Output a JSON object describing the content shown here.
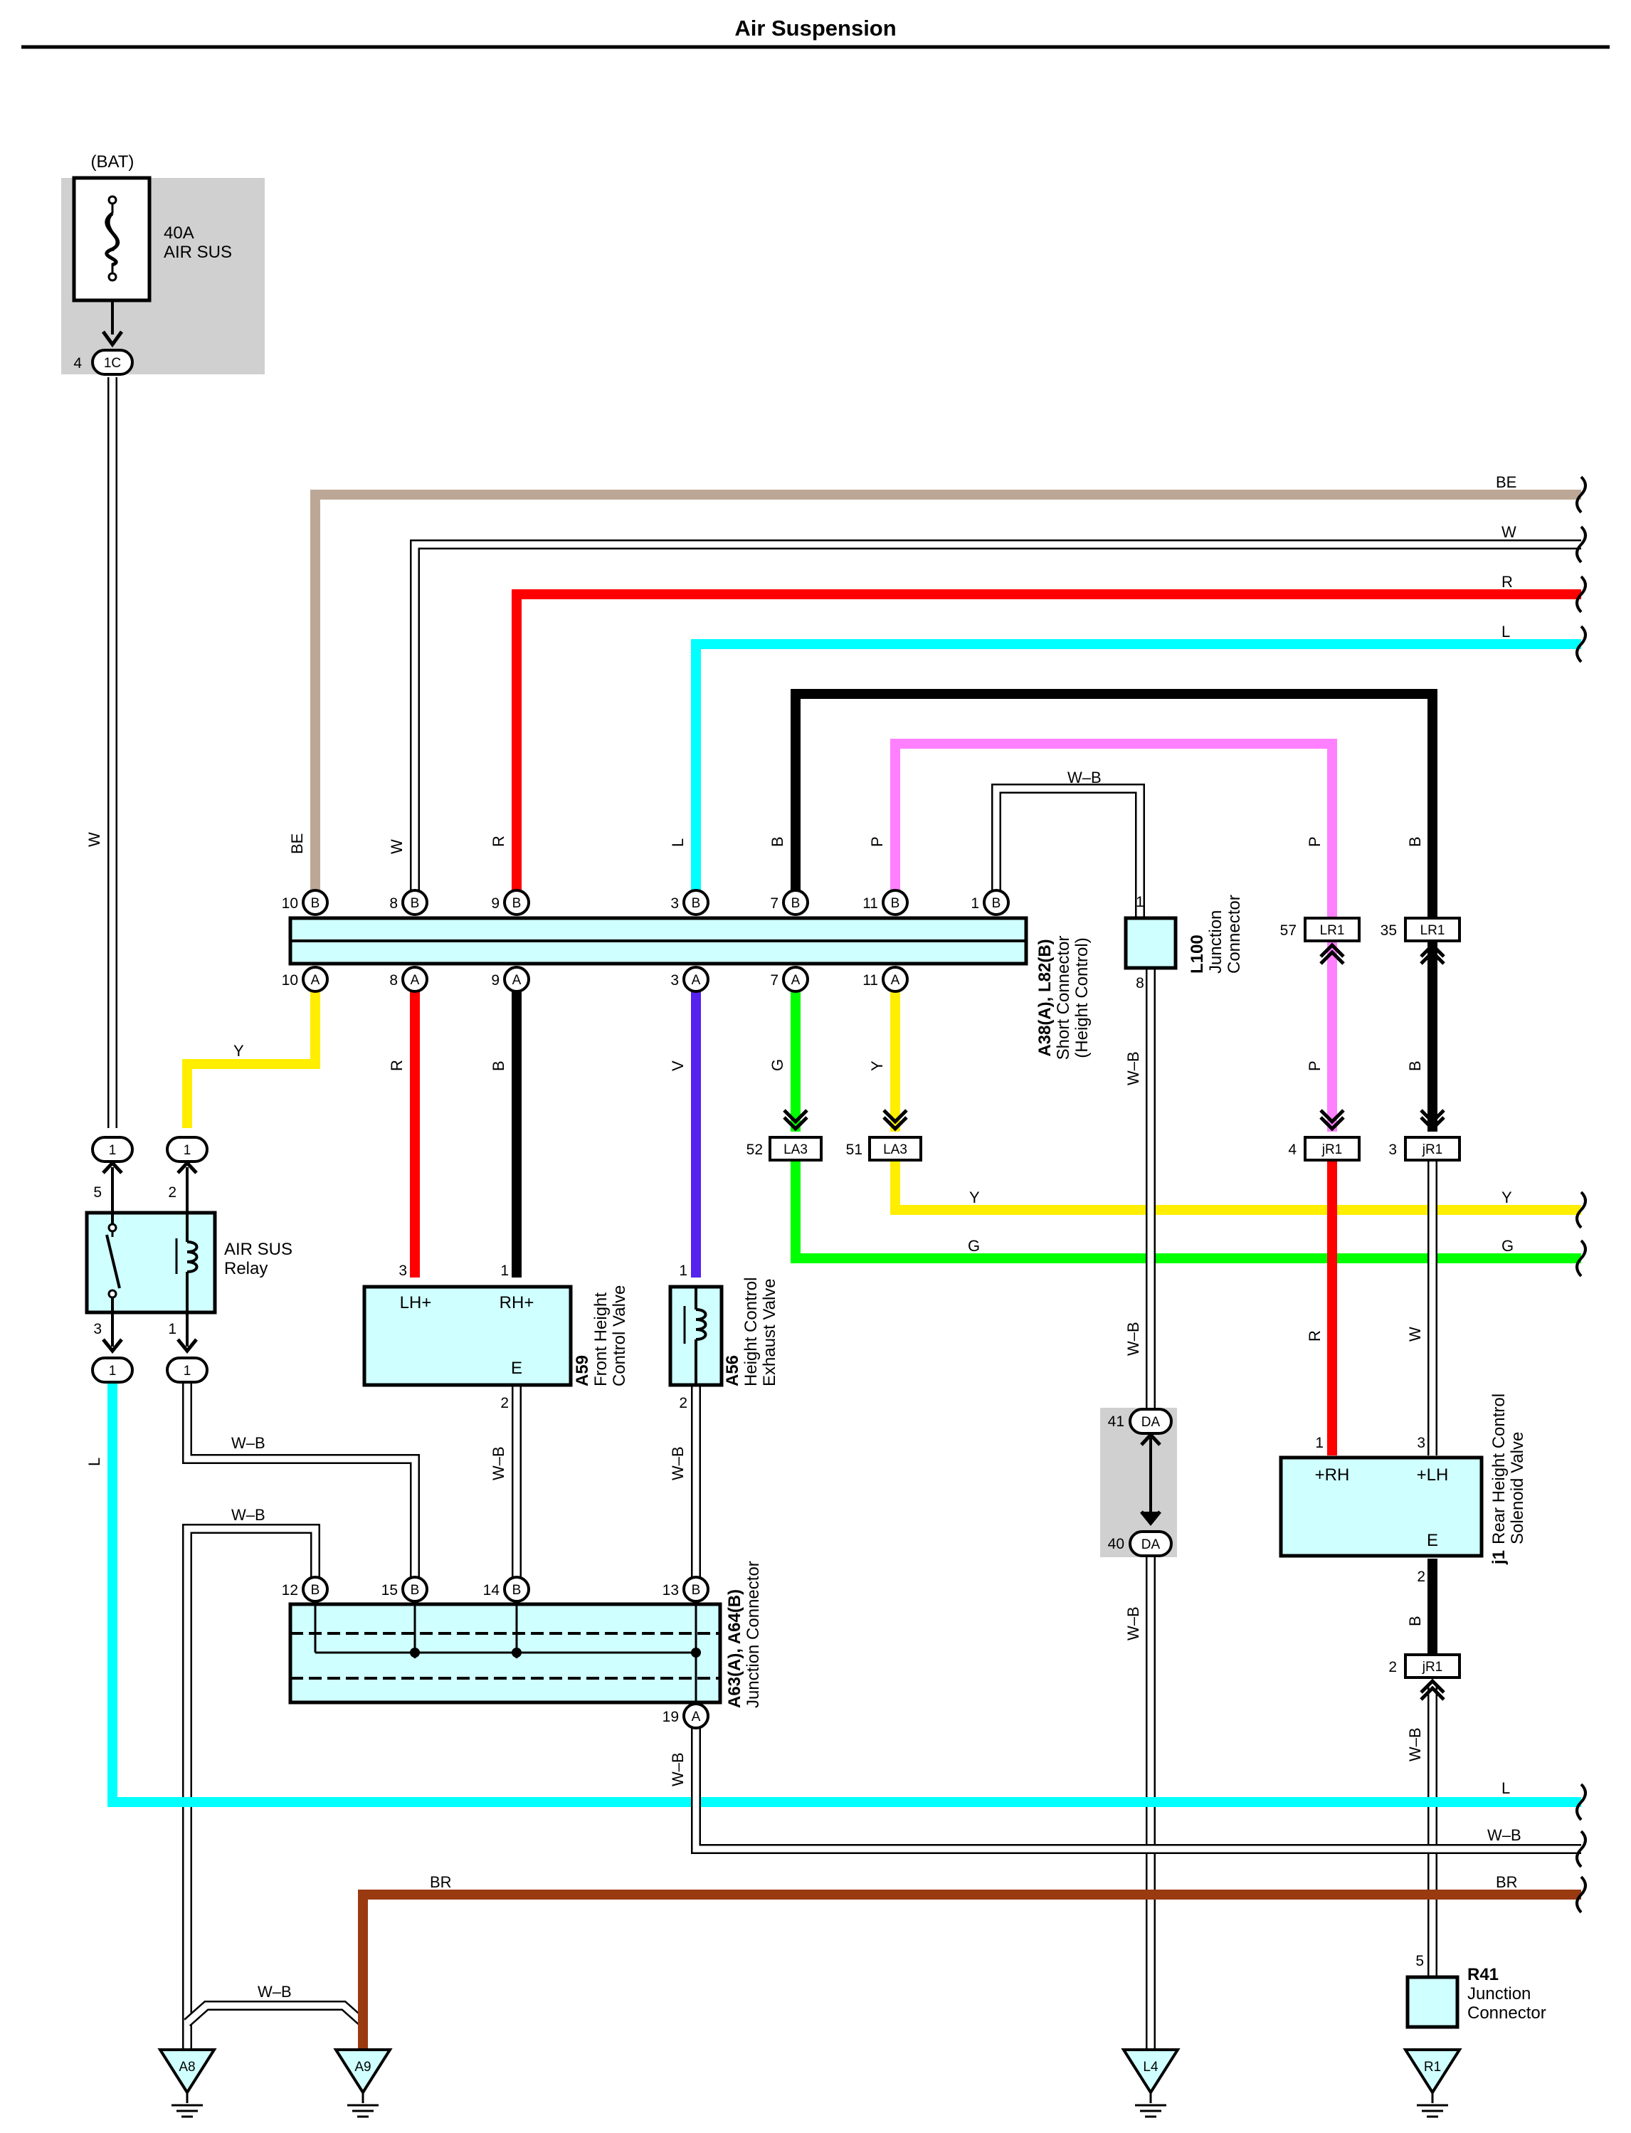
{
  "title": "Air Suspension",
  "colors": {
    "BE": "#bca796",
    "W": "#ffffff",
    "R": "#ff0000",
    "L": "#00ffff",
    "B": "#000000",
    "P": "#ff80ff",
    "Y": "#ffee00",
    "G": "#00ff00",
    "V": "#5522ee",
    "BR": "#9a3a10",
    "component_fill": "#cfffff",
    "shade": "#d0d0d0"
  },
  "power": {
    "source": "(BAT)",
    "fuse_rating": "40A",
    "fuse_name": "AIR SUS",
    "pin": "4",
    "connector": "1C"
  },
  "relay": {
    "name_line1": "AIR SUS",
    "name_line2": "Relay",
    "pin_5": "5",
    "pin_2": "2",
    "pin_3": "3",
    "pin_1": "1",
    "conn": "1"
  },
  "short_connector": {
    "code": "A38(A), L82(B)",
    "name_line1": "Short Connector",
    "name_line2": "(Height Control)",
    "b_pins": [
      "10",
      "8",
      "9",
      "3",
      "7",
      "11",
      "1"
    ],
    "a_pins": [
      "10",
      "8",
      "9",
      "3",
      "7",
      "11"
    ],
    "b_letter": "B",
    "a_letter": "A",
    "b_wires": [
      "BE",
      "W",
      "R",
      "L",
      "B",
      "P"
    ],
    "a_wires": [
      "R",
      "B",
      "V",
      "G",
      "Y"
    ]
  },
  "front_valve": {
    "code": "A59",
    "name_line1": "Front Height",
    "name_line2": "Control Valve",
    "t_lh": "LH+",
    "t_rh": "RH+",
    "t_e": "E",
    "pin_lh": "3",
    "pin_rh": "1",
    "pin_e": "2"
  },
  "exhaust_valve": {
    "code": "A56",
    "name_line1": "Height Control",
    "name_line2": "Exhaust Valve",
    "pin_top": "1",
    "pin_bottom": "2"
  },
  "junction_a63": {
    "code": "A63(A), A64(B)",
    "name": "Junction Connector",
    "b_pins": [
      "12",
      "15",
      "14",
      "13"
    ],
    "a_pin": "19",
    "b_letter": "B",
    "a_letter": "A"
  },
  "l100": {
    "code": "L100",
    "name_line1": "Junction",
    "name_line2": "Connector",
    "pin_top": "1",
    "pin_bottom": "8"
  },
  "rear_valve": {
    "code": "j1",
    "name_line1": "Rear Height Control",
    "name_line2": "Solenoid Valve",
    "t_rh": "+RH",
    "t_lh": "+LH",
    "t_e": "E",
    "pin_rh": "1",
    "pin_lh": "3",
    "pin_e": "2"
  },
  "r41": {
    "code": "R41",
    "name_line1": "Junction",
    "name_line2": "Connector",
    "pin": "5"
  },
  "inline_connectors": {
    "LR1": "LR1",
    "LR1_pin_p": "57",
    "LR1_pin_b": "35",
    "jR1": "jR1",
    "jR1_pin_r": "4",
    "jR1_pin_w": "3",
    "jR1_pin_e": "2",
    "LA3": "LA3",
    "LA3_pin_g": "52",
    "LA3_pin_y": "51",
    "DA": "DA",
    "DA_pin_top": "41",
    "DA_pin_bottom": "40"
  },
  "grounds": [
    "A8",
    "A9",
    "L4",
    "R1"
  ],
  "wire_labels": {
    "W": "W",
    "BE": "BE",
    "R": "R",
    "L": "L",
    "B": "B",
    "P": "P",
    "Y": "Y",
    "G": "G",
    "V": "V",
    "BR": "BR",
    "WB": "W–B"
  }
}
